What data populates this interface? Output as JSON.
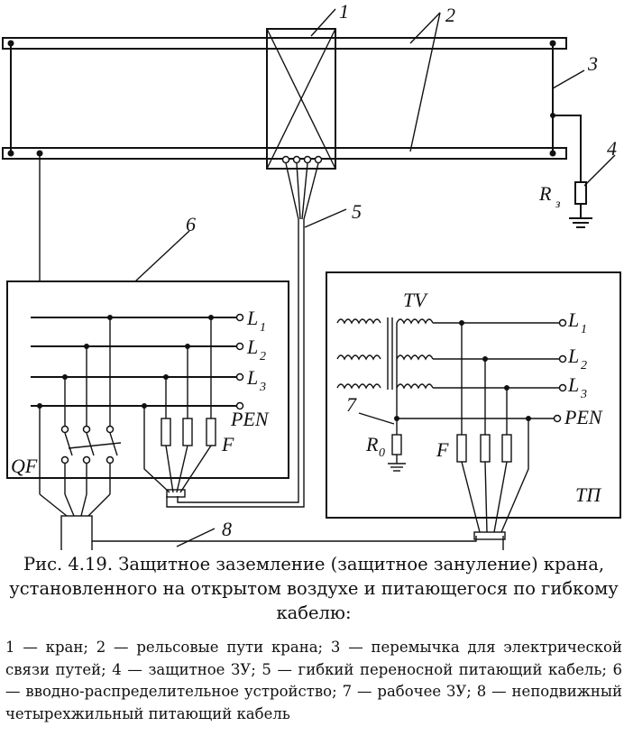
{
  "diagram": {
    "labels": {
      "n1": "1",
      "n2": "2",
      "n3": "3",
      "n4": "4",
      "n5": "5",
      "n6": "6",
      "n7": "7",
      "n8": "8",
      "L1": "L",
      "L2": "L",
      "L3": "L",
      "sub1": "1",
      "sub2": "2",
      "sub3": "3",
      "PEN": "PEN",
      "F": "F",
      "QF": "QF",
      "TV": "TV",
      "R0": "R",
      "R0_sub": "0",
      "Rz": "R",
      "Rz_sub": "з",
      "TP": "ТП"
    }
  },
  "caption": "Рис. 4.19. Защитное заземление (защитное зануление) крана, установленного на открытом воздухе и питающегося по гибкому кабелю:",
  "legend": "1 — кран; 2 — рельсовые пути крана; 3 — перемычка для электрической связи путей; 4 — защитное ЗУ; 5 — гибкий переносной питающий кабель; 6 — вводно-распределительное устройство; 7 — рабочее ЗУ; 8 — неподвижный четырехжильный питающий кабель"
}
